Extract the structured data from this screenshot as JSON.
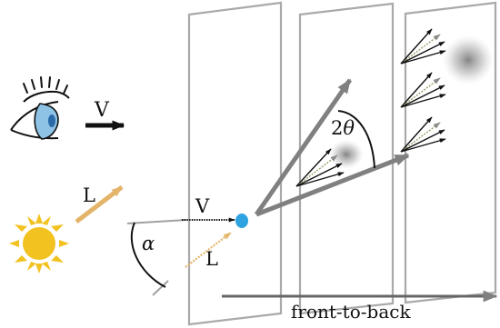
{
  "labels": {
    "view_top": "V",
    "view_mid": "V",
    "light_top": "L",
    "light_mid": "L",
    "alpha": "α",
    "two_theta_num": "2",
    "two_theta_sym": "θ",
    "direction": "front-to-back"
  },
  "colors": {
    "plane_edge": "#a9a9a9",
    "plane_fill": "#ffffff",
    "arrow_gray": "#808080",
    "light_arrow": "#e3b46a",
    "sun": "#f2c221",
    "particle": "#2ea3e0",
    "eye_iris": "#8ec3e6",
    "text": "#111111"
  },
  "icons": {
    "eye": "eye-icon",
    "sun": "sun-icon"
  }
}
